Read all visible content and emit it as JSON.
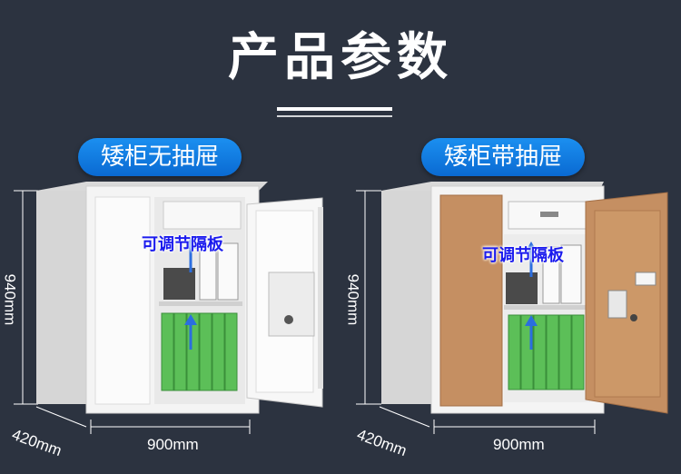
{
  "page_title": "产品参数",
  "products": [
    {
      "pill_label": "矮柜无抽屉",
      "height": "940mm",
      "depth": "420mm",
      "width": "900mm",
      "callout": "可调节隔板"
    },
    {
      "pill_label": "矮柜带抽屉",
      "height": "940mm",
      "depth": "420mm",
      "width": "900mm",
      "callout": "可调节隔板"
    }
  ],
  "colors": {
    "background": "#2c3340",
    "pill": "#1b8ff0",
    "door_tan": "#c58f62",
    "cabinet_white": "#f2f2f2",
    "binder_green": "#5cbf58",
    "callout_blue": "#1a1aee"
  }
}
